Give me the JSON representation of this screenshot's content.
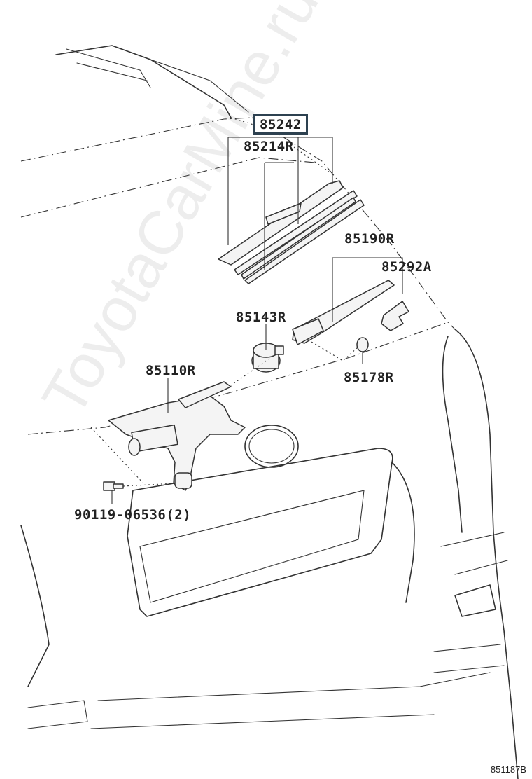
{
  "diagram": {
    "watermark": "ToyotaCarMine.ru",
    "code": "851187B",
    "highlighted_part": "85242",
    "parts": [
      {
        "id": "p85242",
        "number": "85242"
      },
      {
        "id": "p85214R",
        "number": "85214R"
      },
      {
        "id": "p85190R",
        "number": "85190R"
      },
      {
        "id": "p85292A",
        "number": "85292A"
      },
      {
        "id": "p85143R",
        "number": "85143R"
      },
      {
        "id": "p85178R",
        "number": "85178R"
      },
      {
        "id": "p85110R",
        "number": "85110R"
      },
      {
        "id": "p90119",
        "number": "90119-06536(2)"
      }
    ]
  }
}
